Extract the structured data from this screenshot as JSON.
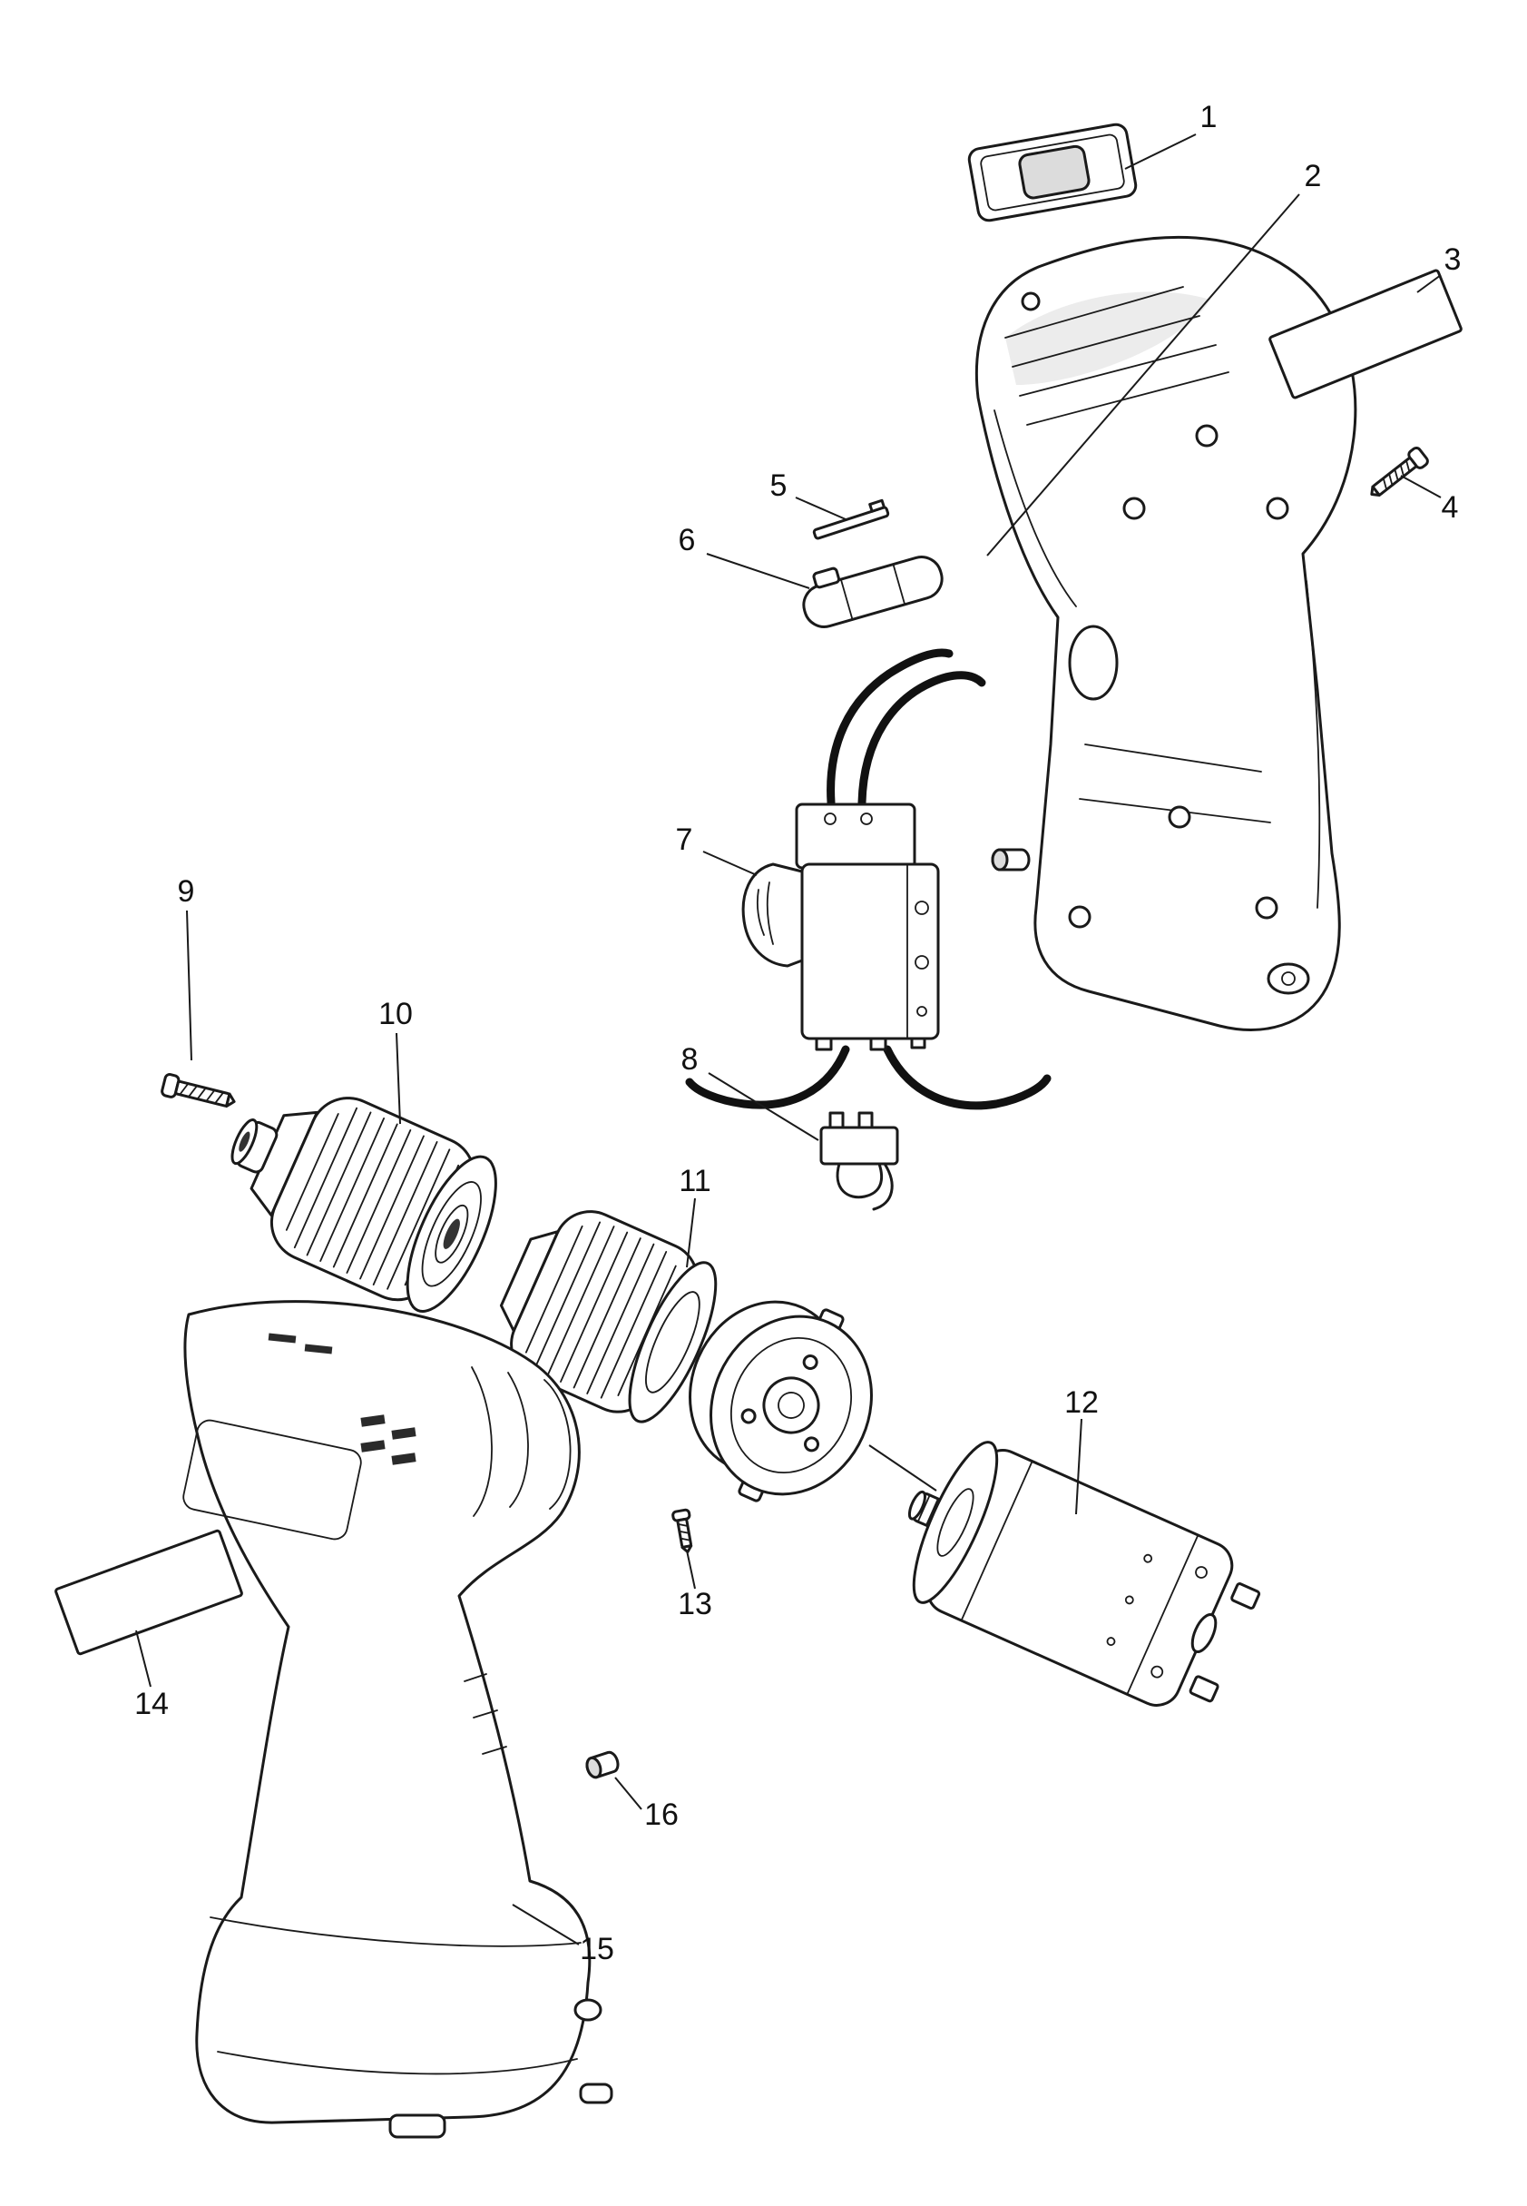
{
  "diagram": {
    "type": "exploded-parts-diagram",
    "subject": "cordless drill driver exploded view",
    "colors": {
      "background": "#ffffff",
      "line": "#1a1a1a",
      "shade": "#dcdcdc",
      "wire": "#111111"
    },
    "parts": [
      {
        "label": "1"
      },
      {
        "label": "2"
      },
      {
        "label": "3"
      },
      {
        "label": "4"
      },
      {
        "label": "5"
      },
      {
        "label": "6"
      },
      {
        "label": "7"
      },
      {
        "label": "8"
      },
      {
        "label": "9"
      },
      {
        "label": "10"
      },
      {
        "label": "11"
      },
      {
        "label": "12"
      },
      {
        "label": "13"
      },
      {
        "label": "14"
      },
      {
        "label": "15"
      },
      {
        "label": "16"
      }
    ]
  }
}
